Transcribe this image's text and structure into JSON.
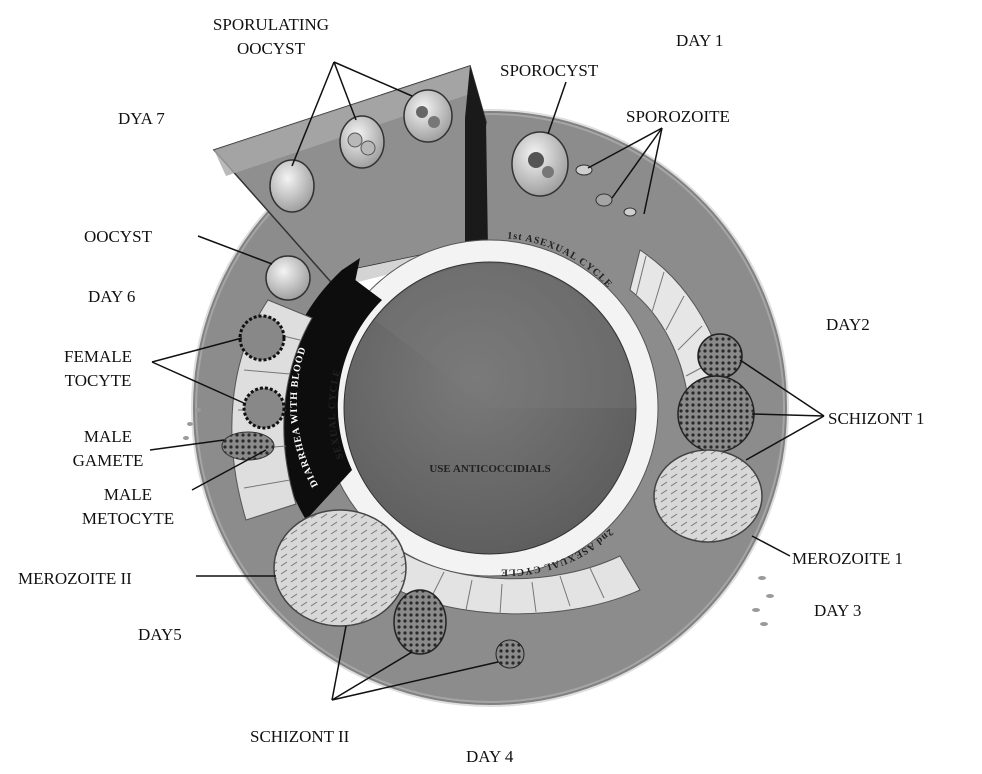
{
  "labels": {
    "sporulating_oocyst_line1": "SPORULATING",
    "sporulating_oocyst_line2": "OOCYST",
    "day1": "DAY 1",
    "sporocyst": "SPOROCYST",
    "sporozoite": "SPOROZOITE",
    "dya7": "DYA 7",
    "oocyst": "OOCYST",
    "day6": "DAY 6",
    "day2": "DAY2",
    "female_line1": "FEMALE",
    "female_line2": "TOCYTE",
    "schizont1": "SCHIZONT 1",
    "male_gamete_line1": "MALE",
    "male_gamete_line2": "GAMETE",
    "male_meto_line1": "MALE",
    "male_meto_line2": "METOCYTE",
    "merozoite2": "MEROZOITE II",
    "merozoite1": "MEROZOITE 1",
    "day3": "DAY 3",
    "day5": "DAY5",
    "schizont2": "SCHIZONT II",
    "day4": "DAY 4"
  },
  "inner": {
    "center": "USE ANTICOCCIDIALS",
    "first_asexual": "1st   ASEXUAL   CYCLE",
    "second_asexual": "2nd ASEXUAL   CYCLE",
    "sexual": "SEXUAL   CYCLE",
    "diarrhea": "DIARRHEA   WITH   BLOOD"
  },
  "colors": {
    "outer_ring": "#8c8c8c",
    "inner_disc": "#6e6e6e",
    "white_band": "#f4f4f4",
    "black_band": "#0d0d0d"
  }
}
